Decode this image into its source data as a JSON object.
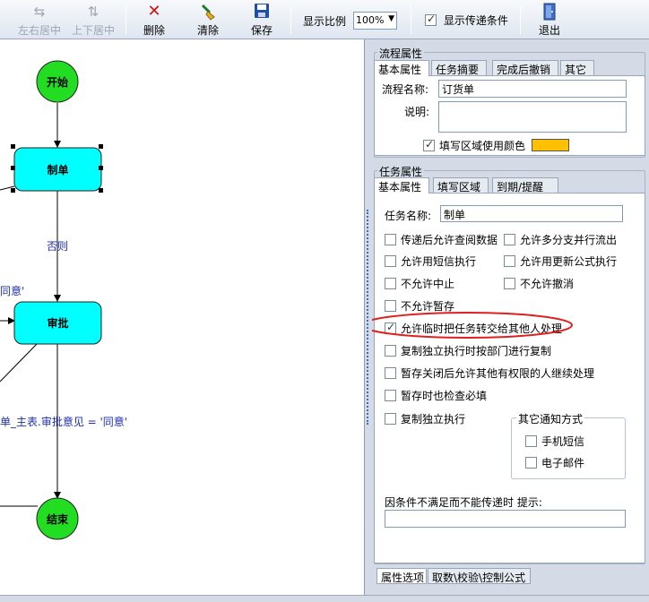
{
  "toolbar": {
    "btn_hcenter": "左右居中",
    "btn_vcenter": "上下居中",
    "btn_delete": "删除",
    "btn_clear": "清除",
    "btn_save": "保存",
    "zoom_label": "显示比例",
    "zoom_value": "100%",
    "show_condition_label": "显示传递条件",
    "show_condition_checked": true,
    "btn_exit": "退出"
  },
  "canvas": {
    "nodes": {
      "start": "开始",
      "make": "制单",
      "review": "审批",
      "end": "结束"
    },
    "edge_reject": "否则",
    "edge_agree_partial": "同意'",
    "edge_condition_partial": "单_主表.审批意见 = '同意'"
  },
  "flow_props": {
    "group_title": "流程属性",
    "tabs": [
      "基本属性",
      "任务摘要",
      "完成后撤销",
      "其它"
    ],
    "name_label": "流程名称:",
    "name_value": "订货单",
    "desc_label": "说明:",
    "desc_value": "",
    "fill_color_label": "填写区域使用颜色",
    "fill_color_checked": true,
    "fill_color": "#ffc000"
  },
  "task_props": {
    "group_title": "任务属性",
    "tabs": [
      "基本属性",
      "填写区域",
      "到期/提醒"
    ],
    "name_label": "任务名称:",
    "name_value": "制单",
    "options": {
      "opt1": "传递后允许查阅数据",
      "opt2": "允许多分支并行流出",
      "opt3": "允许用短信执行",
      "opt4": "允许用更新公式执行",
      "opt5": "不允许中止",
      "opt6": "不允许撤消",
      "opt7": "不允许暂存",
      "opt8": "允许临时把任务转交给其他人处理",
      "opt9": "复制独立执行时按部门进行复制",
      "opt10": "暂存关闭后允许其他有权限的人继续处理",
      "opt11": "暂存时也检查必填",
      "opt12": "复制独立执行"
    },
    "notify_group_title": "其它通知方式",
    "notify_sms": "手机短信",
    "notify_email": "电子邮件",
    "hint_label": "因条件不满足而不能传递时 提示:",
    "hint_value": ""
  },
  "bottom_tabs": [
    "属性选项",
    "取数\\校验\\控制公式"
  ],
  "colors": {
    "node_start_end": "#22dd22",
    "node_task": "#00ffff",
    "highlight": "#e02020"
  }
}
